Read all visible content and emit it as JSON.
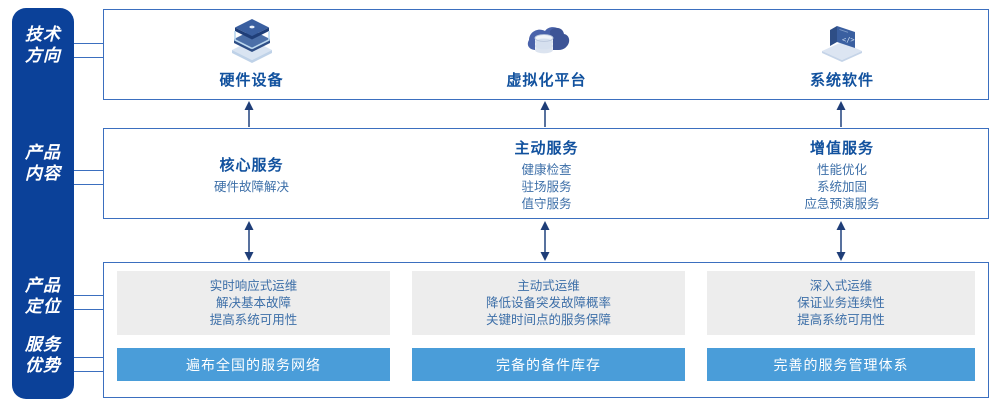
{
  "rail": {
    "items": [
      {
        "name": "tech-direction",
        "line1": "技术",
        "line2": "方向"
      },
      {
        "name": "product-content",
        "line1": "产品",
        "line2": "内容"
      },
      {
        "name": "product-position",
        "line1": "产品",
        "line2": "定位"
      },
      {
        "name": "service-advantage",
        "line1": "服务",
        "line2": "优势"
      }
    ]
  },
  "tech_row": {
    "columns": [
      {
        "icon": "server-stack-icon",
        "title": "硬件设备"
      },
      {
        "icon": "cloud-database-icon",
        "title": "虚拟化平台"
      },
      {
        "icon": "laptop-code-icon",
        "title": "系统软件"
      }
    ]
  },
  "content_row": {
    "columns": [
      {
        "title": "核心服务",
        "items": [
          "硬件故障解决"
        ]
      },
      {
        "title": "主动服务",
        "items": [
          "健康检查",
          "驻场服务",
          "值守服务"
        ]
      },
      {
        "title": "增值服务",
        "items": [
          "性能优化",
          "系统加固",
          "应急预演服务"
        ]
      }
    ]
  },
  "position_row": {
    "cards": [
      {
        "lines": [
          "实时响应式运维",
          "解决基本故障",
          "提高系统可用性"
        ]
      },
      {
        "lines": [
          "主动式运维",
          "降低设备突发故障概率",
          "关键时间点的服务保障"
        ]
      },
      {
        "lines": [
          "深入式运维",
          "保证业务连续性",
          "提高系统可用性"
        ]
      }
    ]
  },
  "advantage_row": {
    "bars": [
      {
        "label": "遍布全国的服务网络"
      },
      {
        "label": "完备的备件库存"
      },
      {
        "label": "完善的服务管理体系"
      }
    ]
  },
  "colors": {
    "rail_blue": "#0B4199",
    "panel_border": "#3B6FBF",
    "title_blue": "#11519E",
    "body_blue": "#3D6FA8",
    "grey_card": "#EDEDED",
    "bar_blue": "#4A9DD9",
    "arrow_navy": "#1F3E78"
  }
}
